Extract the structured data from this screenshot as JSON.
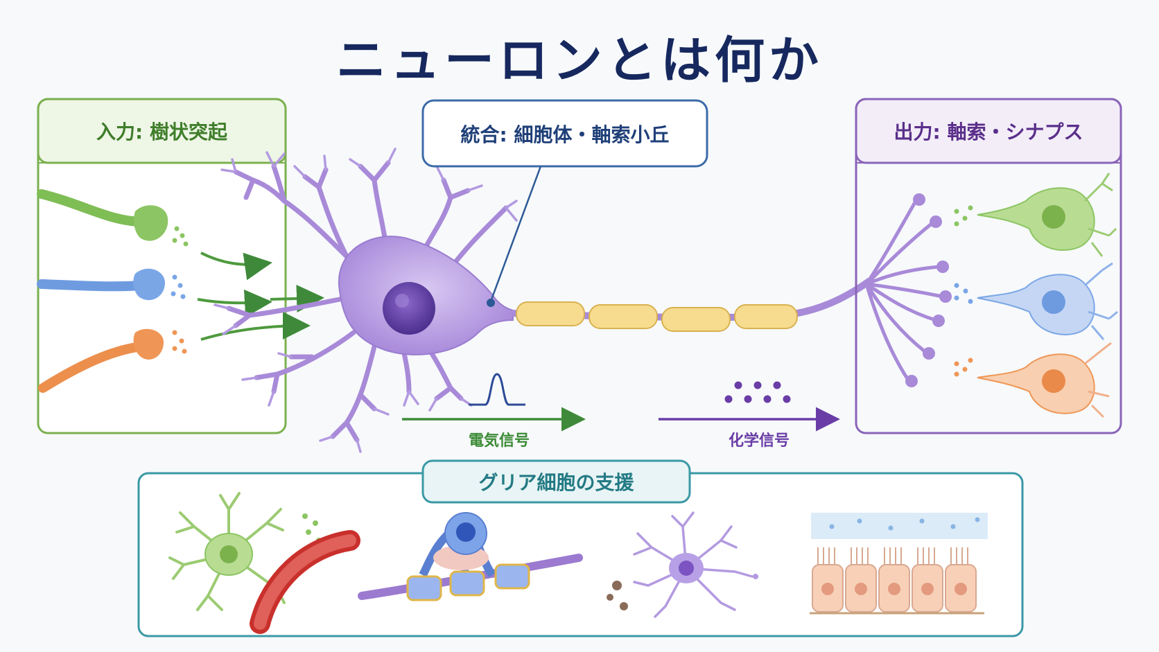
{
  "title": "ニューロンとは何か",
  "panels": {
    "input": {
      "label": "入力: 樹状突起",
      "color": "#4f8d34"
    },
    "integration": {
      "label": "統合: 細胞体・軸索小丘",
      "color": "#2c5a96"
    },
    "output": {
      "label": "出力: 軸索・シナプス",
      "color": "#6b3e98"
    },
    "glia": {
      "label": "グリア細胞の支援",
      "color": "#2b8a96"
    }
  },
  "signals": {
    "electrical": {
      "label": "電気信号",
      "color": "#3a8a34"
    },
    "chemical": {
      "label": "化学信号",
      "color": "#6a3da6"
    }
  }
}
